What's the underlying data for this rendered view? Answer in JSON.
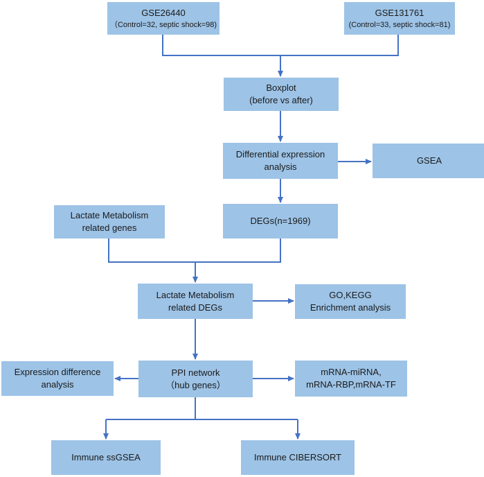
{
  "nodes": {
    "gse26440": {
      "line1": "GSE26440",
      "line2": "（Control=32, septic shock=98)"
    },
    "gse131761": {
      "line1": "GSE131761",
      "line2": "(Control=33, septic shock=81)"
    },
    "boxplot": {
      "line1": "Boxplot",
      "line2": "(before vs after)"
    },
    "differential": {
      "line1": "Differential expression",
      "line2": "analysis"
    },
    "gsea": {
      "line1": "GSEA"
    },
    "lactate_genes": {
      "line1": "Lactate Metabolism",
      "line2": "related genes"
    },
    "degs": {
      "line1": "DEGs(n=1969)"
    },
    "lactate_degs": {
      "line1": "Lactate Metabolism",
      "line2": "related DEGs"
    },
    "go_kegg": {
      "line1": "GO,KEGG",
      "line2": "Enrichment analysis"
    },
    "expression_diff": {
      "line1": "Expression difference",
      "line2": "analysis"
    },
    "ppi": {
      "line1": "PPI network",
      "line2": "（hub genes）"
    },
    "mrna": {
      "line1": "mRNA-miRNA,",
      "line2": "mRNA-RBP,mRNA-TF"
    },
    "ssgsea": {
      "line1": "Immune ssGSEA"
    },
    "cibersort": {
      "line1": "Immune CIBERSORT"
    }
  },
  "colors": {
    "box_fill": "#9dc3e6",
    "connector": "#4472c4",
    "text": "#1a1a1a"
  }
}
